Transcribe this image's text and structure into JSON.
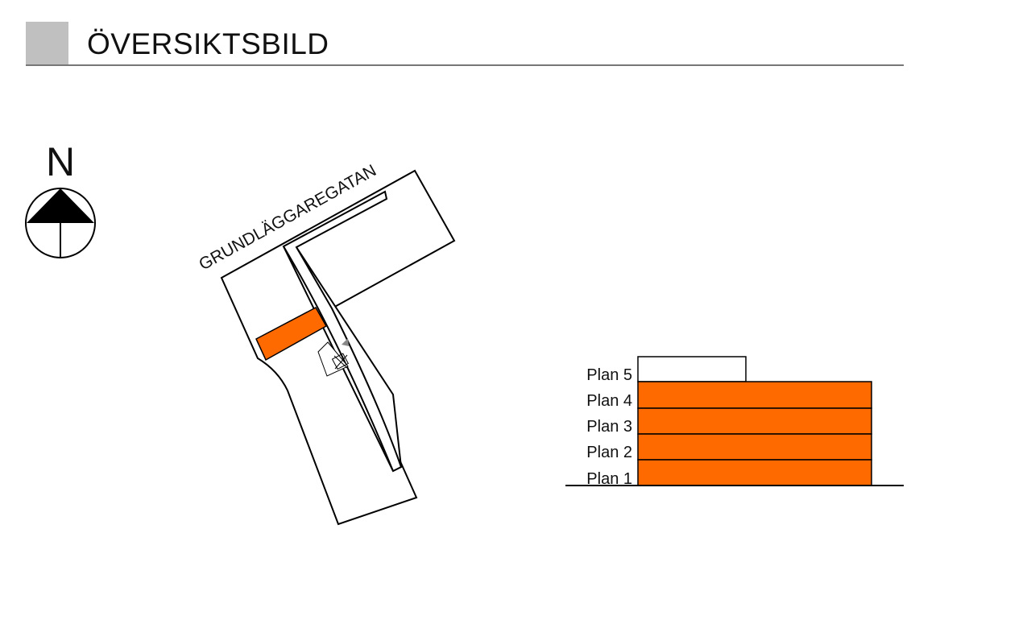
{
  "header": {
    "title": "ÖVERSIKTSBILD"
  },
  "north_arrow": {
    "label": "N"
  },
  "site_plan": {
    "street_name": "GRUNDLÄGGAREGATAN"
  },
  "section": {
    "floors": [
      "Plan 5",
      "Plan 4",
      "Plan 3",
      "Plan 2",
      "Plan 1"
    ]
  },
  "colors": {
    "highlight": "#ff6a00",
    "header_box": "#c0c0c0"
  }
}
